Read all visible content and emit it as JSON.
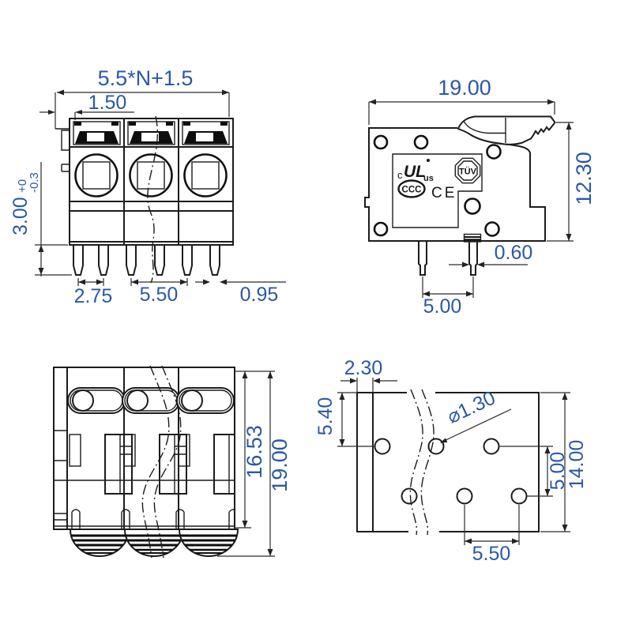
{
  "front": {
    "total_width": "5.5*N+1.5",
    "pole_offset": "1.50",
    "pin_length": "3.00",
    "tol_plus": "+0",
    "tol_minus": "-0.3",
    "pin_pair": "2.75",
    "pitch": "5.50",
    "pin_width": "0.95"
  },
  "side": {
    "depth": "19.00",
    "height": "12.30",
    "pin_thickness": "0.60",
    "pin_spacing": "5.00",
    "cert_c": "c",
    "cert_ul": "UL",
    "cert_us": "us",
    "cert_tuv": "TÜV",
    "cert_ccc": "CCC",
    "cert_ce": "CE"
  },
  "rear": {
    "body_height": "16.53",
    "overall_height": "19.00"
  },
  "footprint": {
    "edge_offset": "2.30",
    "top_offset": "5.40",
    "hole_dia": "⌀1.30",
    "row_gap": "5.00",
    "height": "14.00",
    "pitch": "5.50"
  },
  "colors": {
    "dim_text": "#2a58a8",
    "line": "#1c1c1c"
  }
}
